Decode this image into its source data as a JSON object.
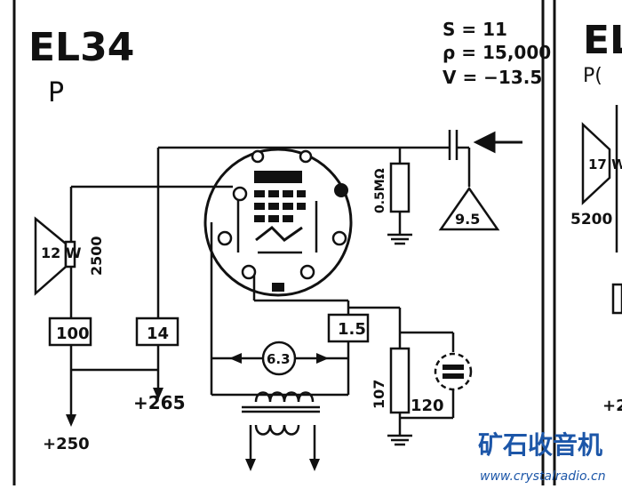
{
  "tube": {
    "type": "EL34",
    "mode": "P"
  },
  "params": {
    "s": "S = 11",
    "rho": "ρ = 15,000",
    "v": "V = −13.5"
  },
  "components": {
    "grid_resistor": "0.5MΩ",
    "bias_voltage": "9.5",
    "speaker_watts": "12 W",
    "transformer_impedance": "2500",
    "box_left": "100",
    "box_mid": "14",
    "box_right": "1.5",
    "heater": "6.3",
    "cathode_resistor": "107",
    "cathode_resistor_2": "120"
  },
  "supplies": {
    "b_plus_265": "+265",
    "b_plus_250": "+250"
  },
  "partial_next": {
    "title": "EL",
    "mode": "P(",
    "speaker_watts": "17 W",
    "impedance": "5200",
    "voltage": "+2"
  },
  "watermark": {
    "cn": "矿石收音机",
    "url": "www.crystalradio.cn"
  }
}
